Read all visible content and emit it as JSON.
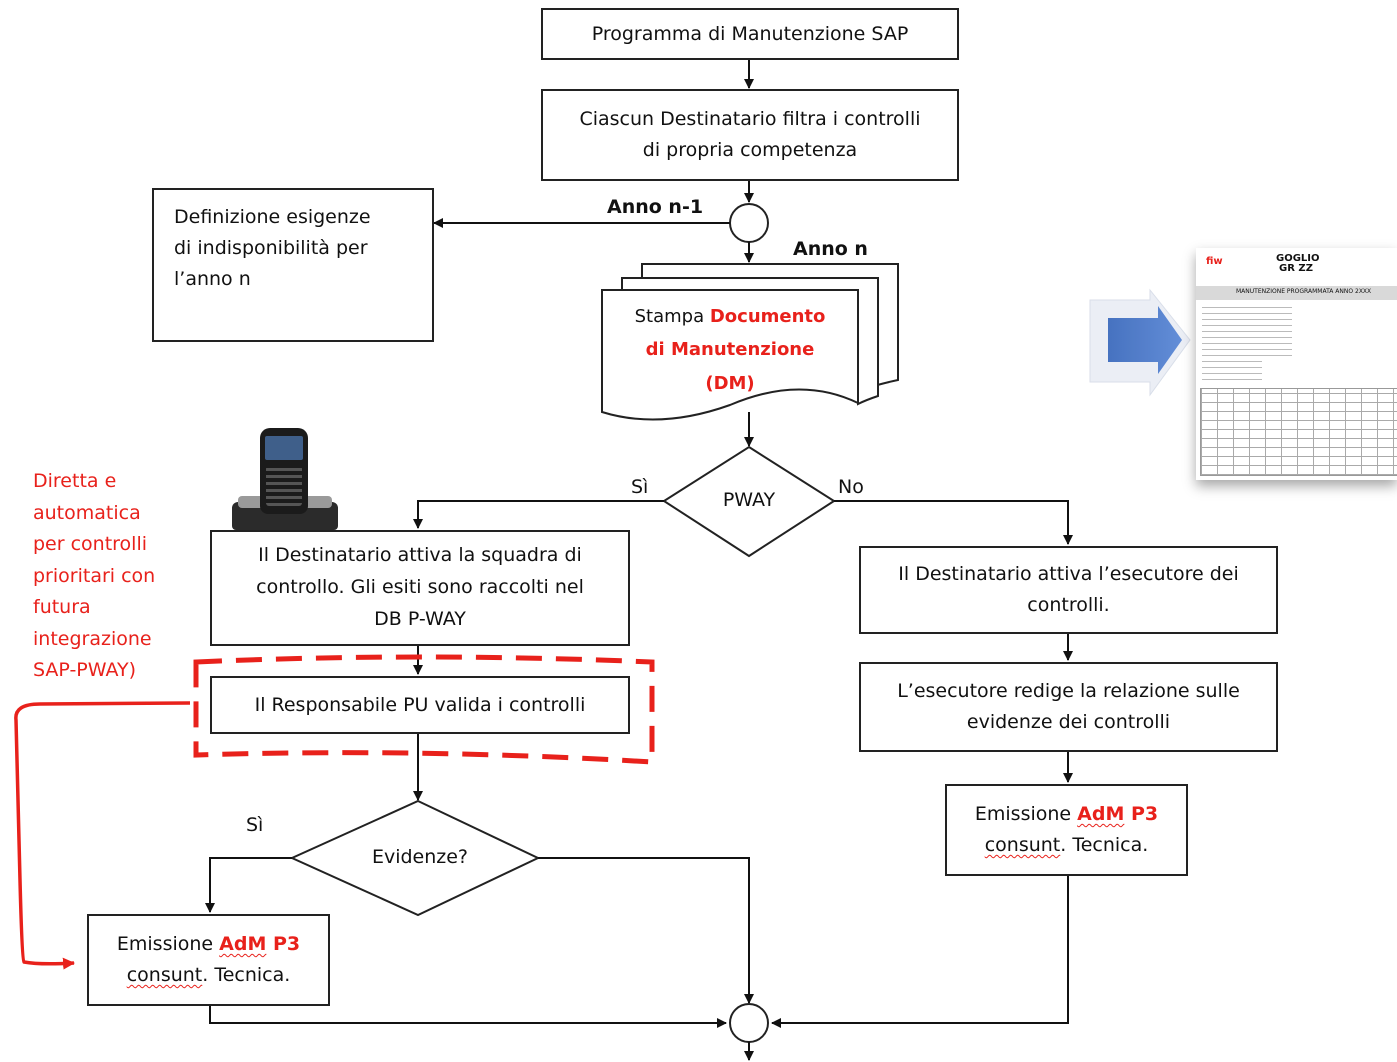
{
  "boxes": {
    "programma": "Programma di Manutenzione SAP",
    "ciascun_l1": "Ciascun Destinatario filtra i controlli",
    "ciascun_l2": "di propria competenza",
    "definizione_l1": "Definizione esigenze",
    "definizione_l2": "di indisponibilità per",
    "definizione_l3": "l’anno n",
    "stampa_pre": "Stampa ",
    "stampa_red1": "Documento",
    "stampa_red2": "di Manutenzione",
    "stampa_red3": "(DM)",
    "pway": "PWAY",
    "squadra_l1": "Il Destinatario attiva la squadra di",
    "squadra_l2": "controllo. Gli esiti sono raccolti nel",
    "squadra_l3": "DB P-WAY",
    "esecutore_l1": "Il Destinatario attiva l’esecutore dei",
    "esecutore_l2": "controlli.",
    "responsabile": "Il Responsabile PU valida i controlli",
    "relazione_l1": "L’esecutore redige la relazione sulle",
    "relazione_l2": "evidenze dei controlli",
    "evidenze": "Evidenze?",
    "emissione_pre": "Emissione ",
    "emissione_adm": "AdM",
    "emissione_p3": " P3",
    "emissione_consunt": "consunt",
    "emissione_tecnica": ". Tecnica."
  },
  "labels": {
    "anno_n1": "Anno n-1",
    "anno_n": "Anno n",
    "si": "Sì",
    "no": "No",
    "si2": "Sì"
  },
  "note": {
    "l1": "Diretta e",
    "l2": "automatica",
    "l3": "per controlli",
    "l4": "prioritari con",
    "l5": "futura",
    "l6": "integrazione",
    "l7": "SAP-PWAY)"
  },
  "doc_image": {
    "brand": "fiw",
    "title_l1": "GOGLIO",
    "title_l2": "GR ZZ",
    "subtitle": "MANUTENZIONE PROGRAMMATA ANNO 2XXX"
  },
  "colors": {
    "line": "#222222",
    "accent_red": "#e8211b",
    "arrow_blue": "#4a76c2"
  }
}
